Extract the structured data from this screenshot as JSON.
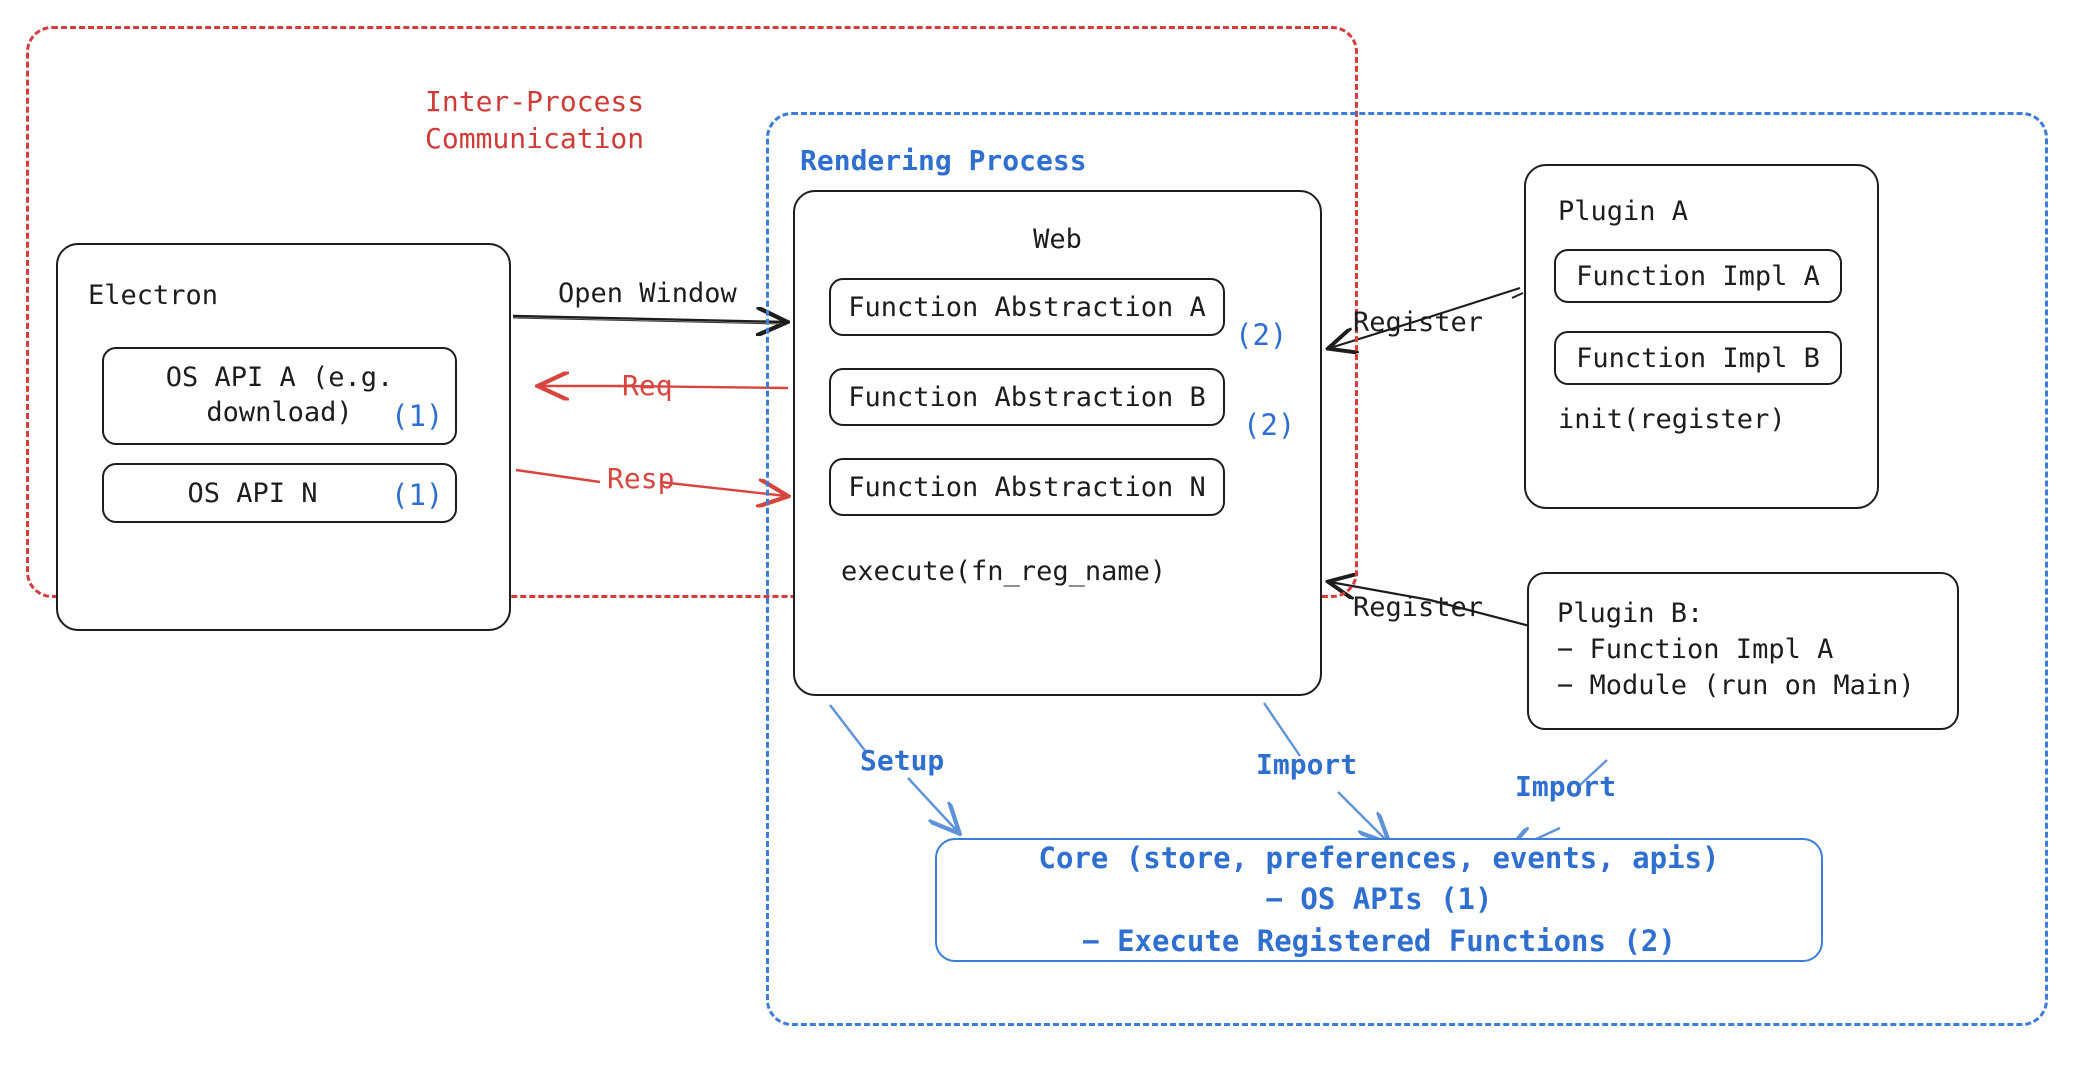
{
  "diagram": {
    "title": "Electron plugin architecture",
    "colors": {
      "ipc_red": "#cf3c38",
      "render_blue": "#2f6fd0",
      "core_blue": "#3b7dd8",
      "ink": "#1d1d1d"
    },
    "containers": {
      "ipc": {
        "label": "Inter-Process\nCommunication"
      },
      "rendering": {
        "label": "Rendering Process"
      }
    },
    "electron": {
      "title": "Electron",
      "apis": [
        {
          "label": "OS API A (e.g.\ndownload)",
          "marker": "(1)"
        },
        {
          "label": "OS API N",
          "marker": "(1)"
        }
      ]
    },
    "web": {
      "title": "Web",
      "abstractions": [
        {
          "label": "Function Abstraction A",
          "marker": "(2)"
        },
        {
          "label": "Function Abstraction B",
          "marker": "(2)"
        },
        {
          "label": "Function Abstraction N",
          "marker": ""
        }
      ],
      "footer": "execute(fn_reg_name)"
    },
    "plugin_a": {
      "title": "Plugin A",
      "items": [
        "Function Impl A",
        "Function Impl B"
      ],
      "footer": "init(register)"
    },
    "plugin_b": {
      "lines": "Plugin B:\n− Function Impl A\n− Module (run on Main)"
    },
    "core": {
      "lines": "Core (store, preferences, events, apis)\n− OS APIs (1)\n− Execute Registered Functions (2)"
    },
    "edges": {
      "open_window": "Open Window",
      "req": "Req",
      "resp": "Resp",
      "register_a": "Register",
      "register_b": "Register",
      "setup": "Setup",
      "import_web": "Import",
      "import_plugin_b": "Import"
    }
  }
}
